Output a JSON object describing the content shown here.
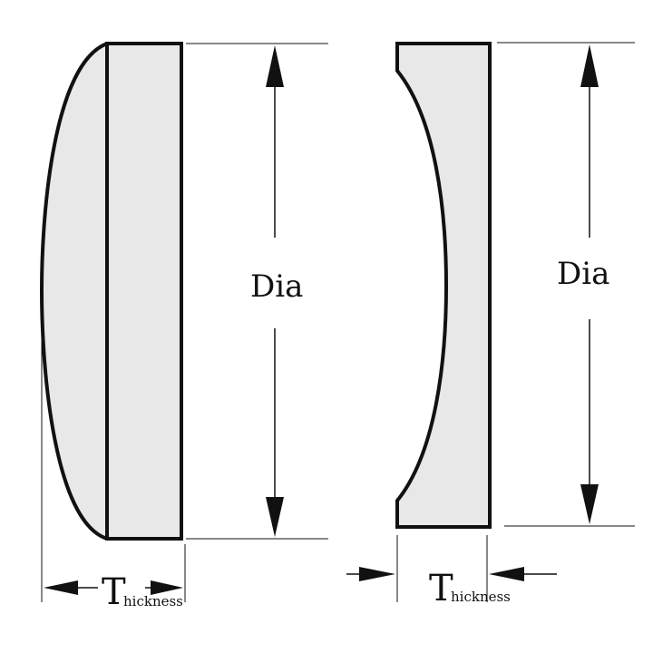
{
  "colors": {
    "stroke": "#111111",
    "fill": "#e8e8e8",
    "background": "#ffffff"
  },
  "labels": {
    "left_dia": "Dia",
    "right_dia": "Dia",
    "left_thickness_T": "T",
    "left_thickness_sub": "hickness",
    "right_thickness_T": "T",
    "right_thickness_sub": "hickness"
  }
}
